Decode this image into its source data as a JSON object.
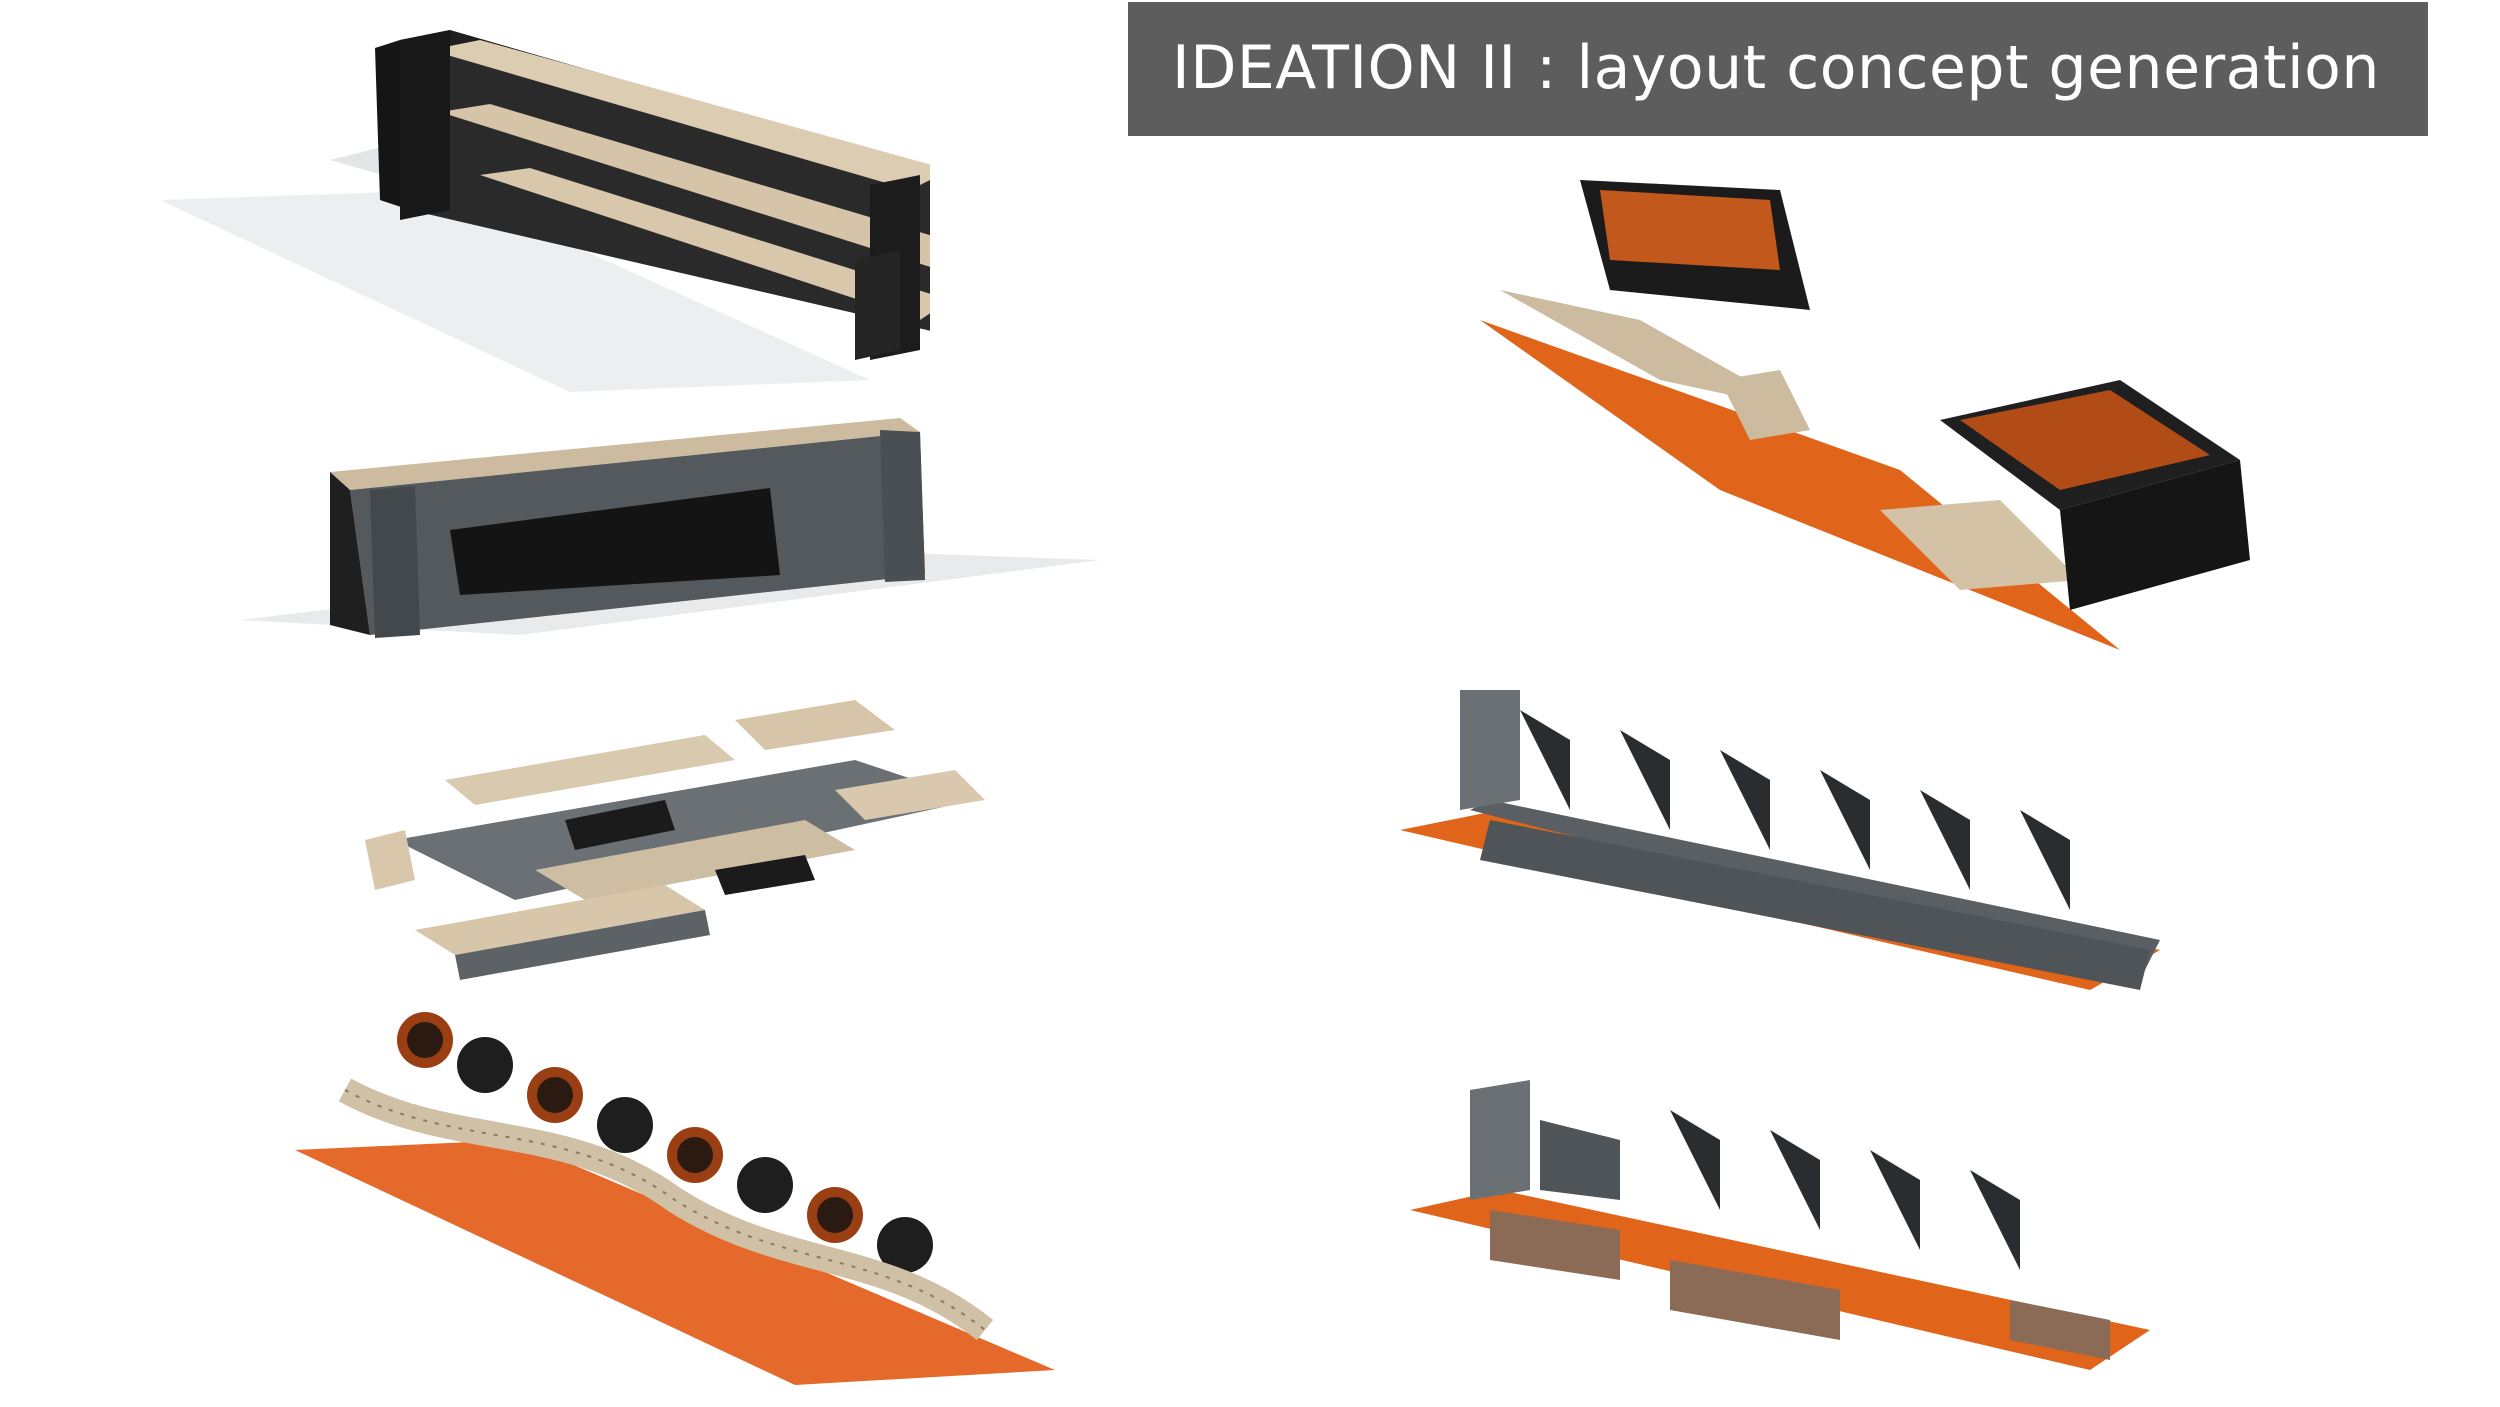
{
  "header": {
    "title": "IDEATION II : layout concept generation"
  },
  "palette": {
    "wood": "#d9c8ad",
    "wood_dark": "#a08a6b",
    "black": "#1e1e1e",
    "gray": "#555a5e",
    "corten": "#e0641a",
    "corten_dark": "#9c3d0c",
    "shadow": "#e2e4e6"
  },
  "renders": [
    {
      "id": "stepped-bench",
      "icon": "tiered-bench-render"
    },
    {
      "id": "tunnel-bench",
      "icon": "tunnel-bench-render"
    },
    {
      "id": "modular-grid-bench",
      "icon": "modular-grid-render"
    },
    {
      "id": "wave-planter-bench",
      "icon": "wave-planter-render"
    },
    {
      "id": "corten-planter-bench",
      "icon": "corten-planter-render"
    },
    {
      "id": "triangle-fin-bench",
      "icon": "triangle-fin-render"
    },
    {
      "id": "triangle-fin-bench-seating",
      "icon": "triangle-fin-seating-render"
    }
  ]
}
